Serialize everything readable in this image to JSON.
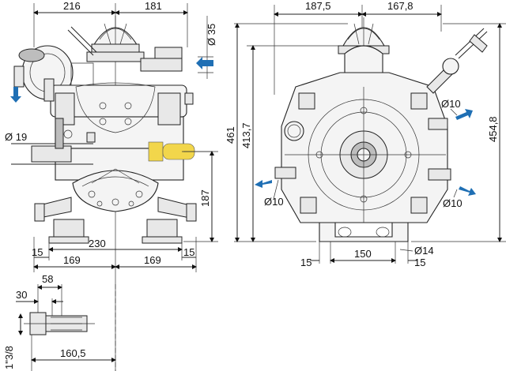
{
  "dimensions": {
    "front_top_left": "216",
    "front_top_right": "181",
    "inlet_diameter": "Ø 35",
    "outlet_diameter": "Ø 19",
    "height_shaft": "187",
    "bottom_230": "230",
    "bottom_169_left": "169",
    "bottom_169_right": "169",
    "bottom_15_left": "15",
    "bottom_15_right": "15",
    "shaft_58": "58",
    "shaft_30": "30",
    "shaft_160_5": "160,5",
    "shaft_thread": "1\"3/8",
    "side_top_left": "187,5",
    "side_top_right": "167,8",
    "side_height_461": "461",
    "side_height_413_7": "413,7",
    "side_height_454_8": "454,8",
    "side_port_top": "Ø10",
    "side_port_left": "Ø10",
    "side_port_right": "Ø10",
    "side_base_150": "150",
    "side_base_15_left": "15",
    "side_base_15_right": "15",
    "side_base_hole": "Ø14"
  },
  "colors": {
    "arrow": "#1f6fb4",
    "highlight": "#f2d64b"
  }
}
